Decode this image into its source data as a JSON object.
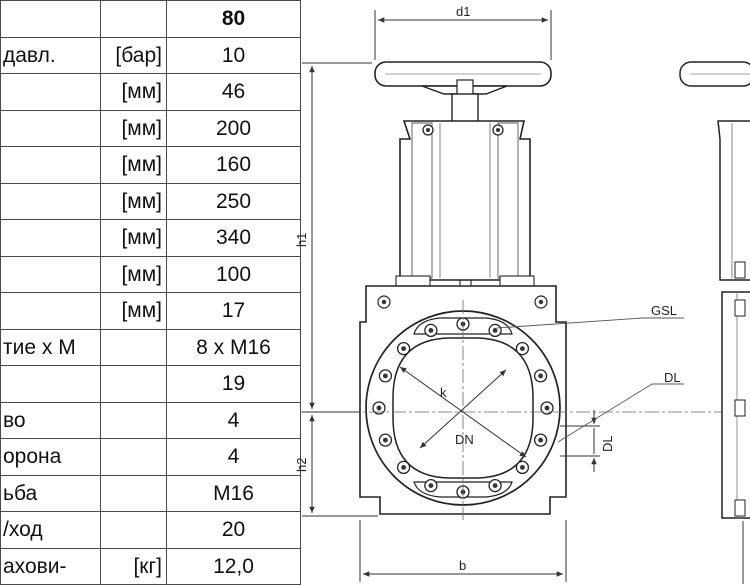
{
  "table": {
    "header_value": "80",
    "rows": [
      {
        "label": "давл.",
        "unit": "[бар]",
        "value": "10"
      },
      {
        "label": "",
        "unit": "[мм]",
        "value": "46"
      },
      {
        "label": "",
        "unit": "[мм]",
        "value": "200"
      },
      {
        "label": "",
        "unit": "[мм]",
        "value": "160"
      },
      {
        "label": "",
        "unit": "[мм]",
        "value": "250"
      },
      {
        "label": "",
        "unit": "[мм]",
        "value": "340"
      },
      {
        "label": "",
        "unit": "[мм]",
        "value": "100"
      },
      {
        "label": "",
        "unit": "[мм]",
        "value": "17"
      },
      {
        "label": "тие х М",
        "unit": "",
        "value": "8 х М16"
      },
      {
        "label": "",
        "unit": "",
        "value": "19"
      },
      {
        "label": "во",
        "unit": "",
        "value": "4"
      },
      {
        "label": "орона",
        "unit": "",
        "value": "4"
      },
      {
        "label": "ьба",
        "unit": "",
        "value": "М16"
      },
      {
        "label": "/ход",
        "unit": "",
        "value": "20"
      },
      {
        "label": "ахови-",
        "unit": "[кг]",
        "value": "12,0"
      }
    ]
  },
  "drawing": {
    "labels": {
      "d1": "d1",
      "h1": "h1",
      "h2": "h2",
      "b": "b",
      "k": "k",
      "dn": "DN",
      "gsl": "GSL",
      "dl_callout": "DL",
      "dl_dim": "DL"
    }
  }
}
